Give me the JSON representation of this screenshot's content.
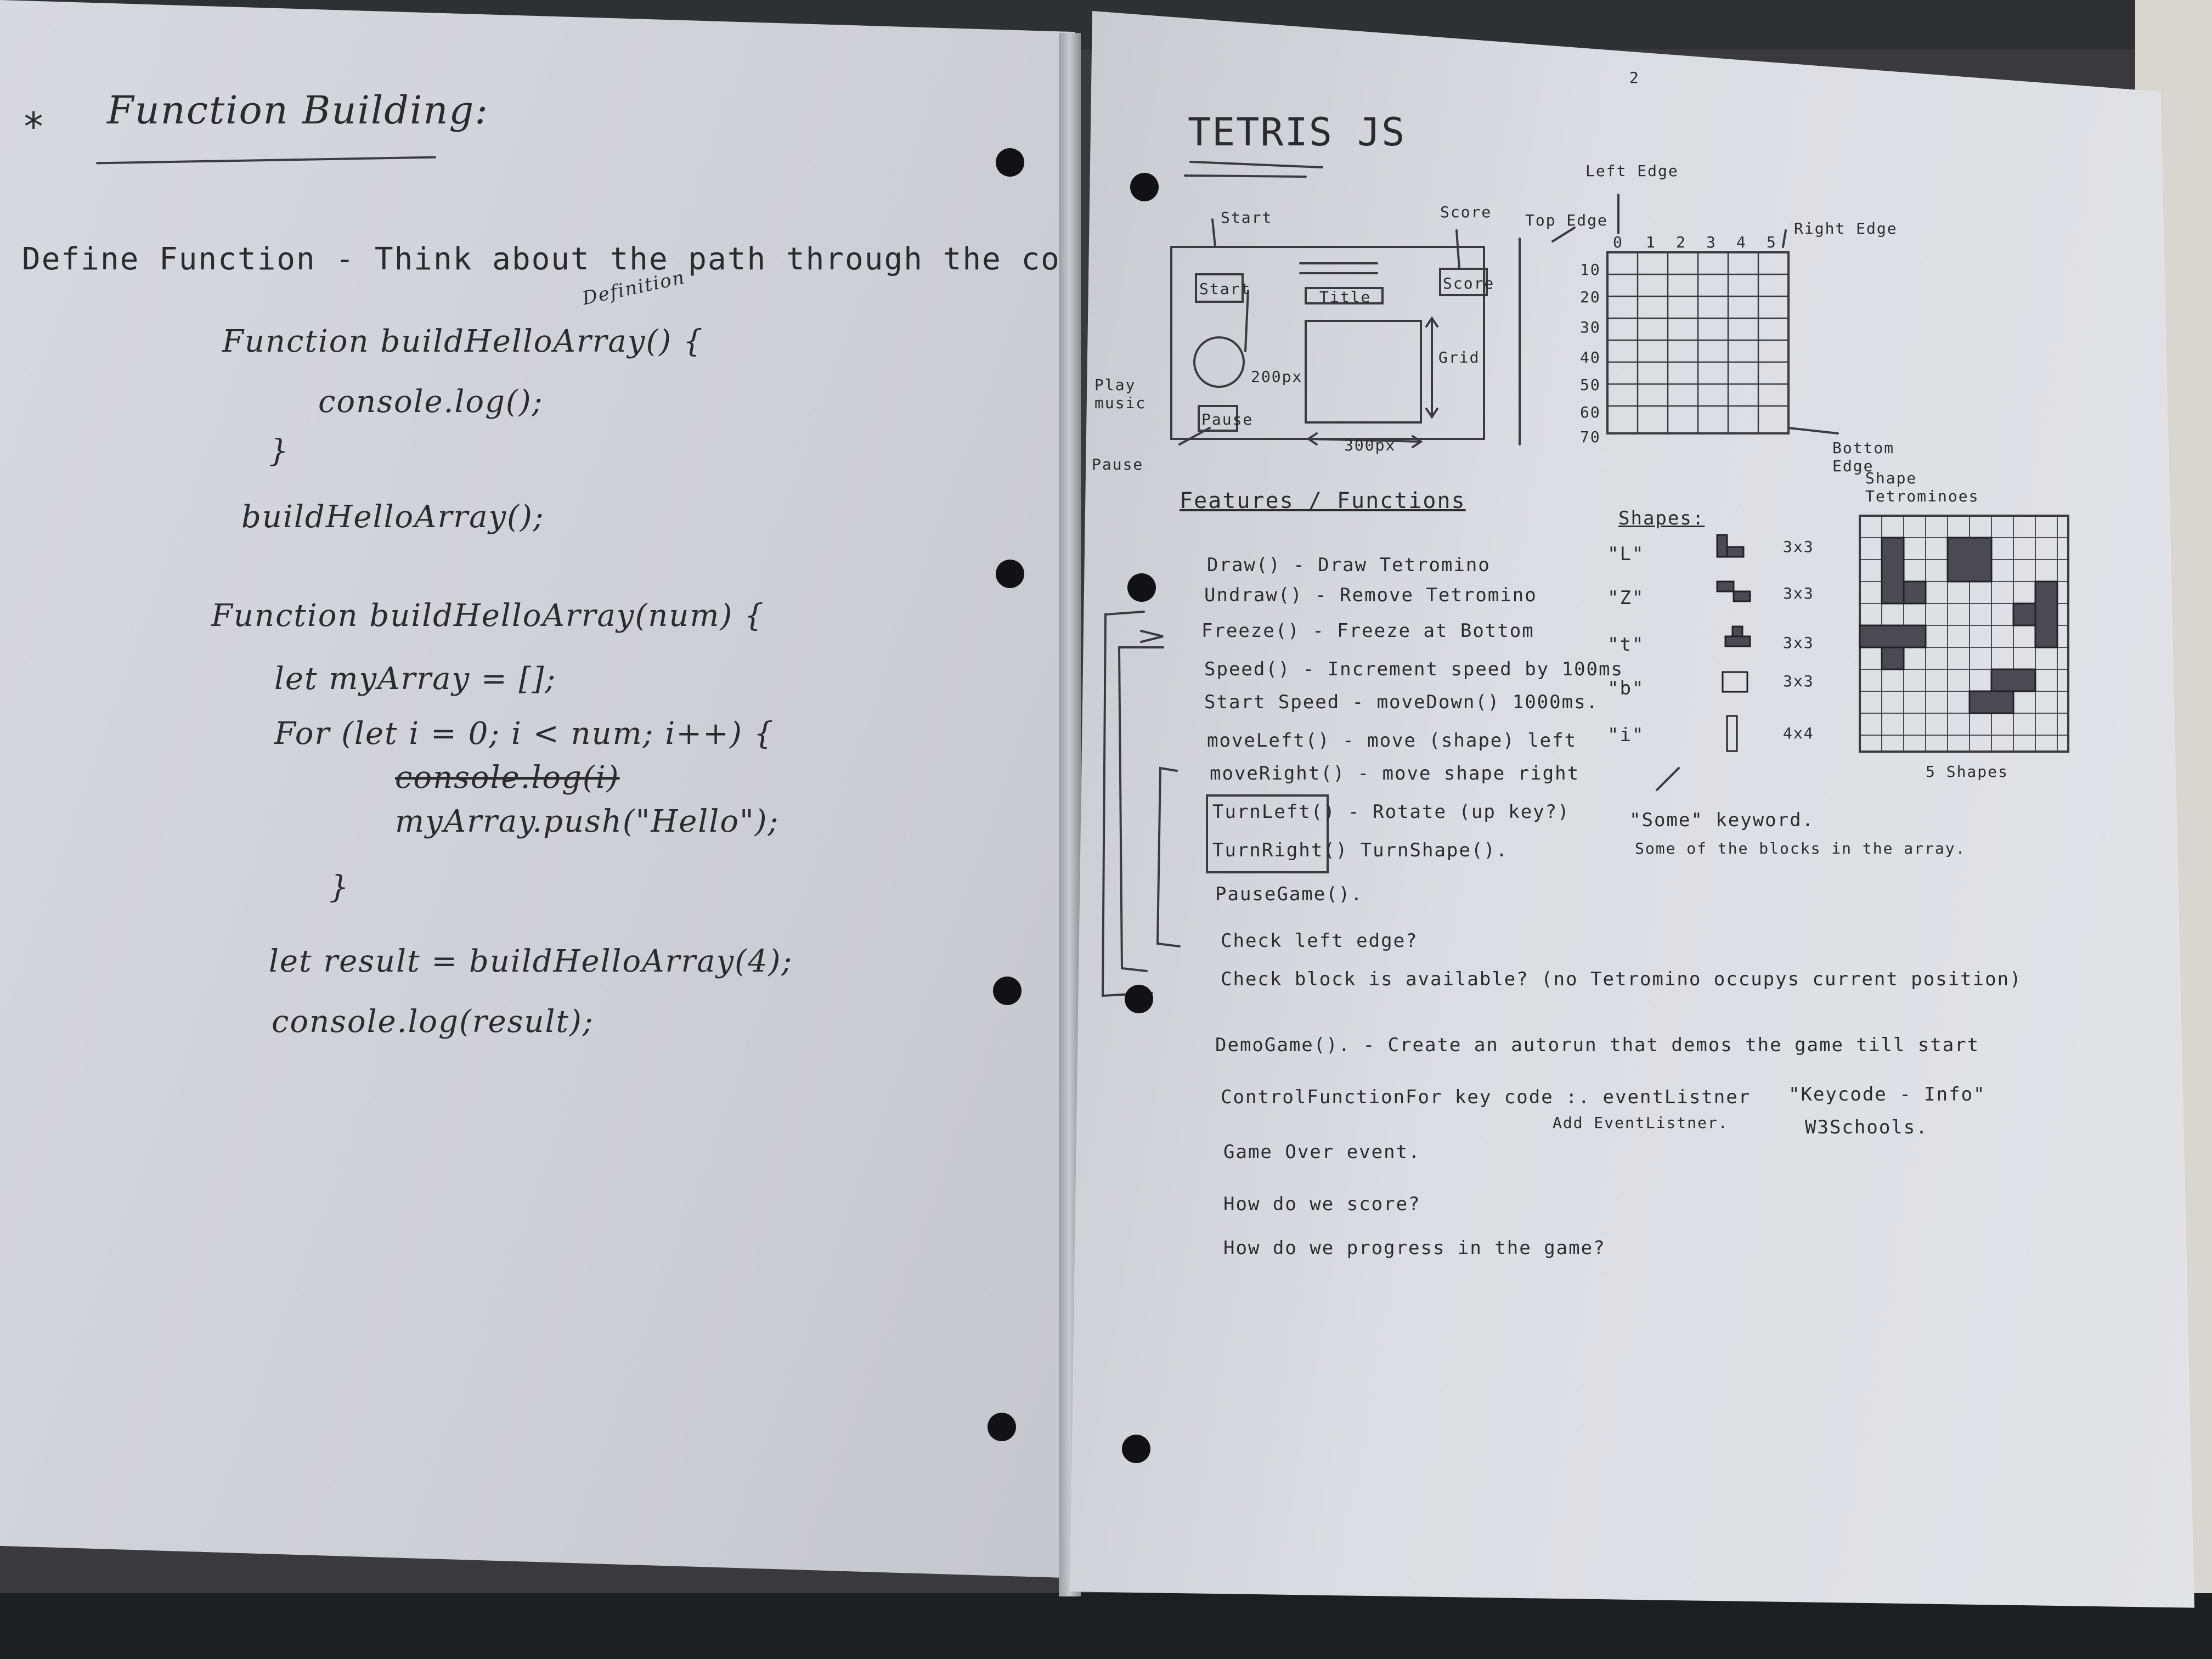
{
  "left_page": {
    "star": "*",
    "title": "Function Building:",
    "define_heading": "Define Function - Think about the path through the code.",
    "definition_note": "Definition",
    "code_lines": [
      "Function buildHelloArray() {",
      "console.log();",
      "}",
      "buildHelloArray();",
      "Function buildHelloArray(num) {",
      "let myArray = [];",
      "For (let i = 0; i < num; i++) {",
      "console.log(i)",
      "myArray.push(\"Hello\");",
      "}",
      "let result = buildHelloArray(4);",
      "console.log(result);"
    ]
  },
  "right_page": {
    "page_number": "2",
    "title": "TETRIS JS",
    "sketch": {
      "start_label": "Start",
      "start_box": "Start",
      "title_box": "Title",
      "score_label": "Score",
      "score_box": "Score",
      "grid_label": "Grid",
      "play_music": "Play music",
      "pause_box": "Pause",
      "pause_label": "Pause",
      "width_200": "200px",
      "width_300": "300px"
    },
    "grid_diagram": {
      "left_edge": "Left Edge",
      "top_edge": "Top Edge",
      "right_edge": "Right Edge",
      "bottom_edge": "Bottom Edge",
      "column_labels": [
        "0",
        "1",
        "2",
        "3",
        "4",
        "5"
      ],
      "row_labels": [
        "10",
        "20",
        "30",
        "40",
        "50",
        "60",
        "70"
      ]
    },
    "features_heading": "Features / Functions",
    "features": [
      "Draw() - Draw Tetromino",
      "Undraw() - Remove Tetromino",
      "Freeze() - Freeze at Bottom",
      "Speed() - Increment speed by 100ms",
      "Start Speed - moveDown() 1000ms.",
      "moveLeft() - move (shape) left",
      "moveRight() - move shape right",
      "TurnLeft() - Rotate (up key?)",
      "TurnRight() TurnShape().",
      "PauseGame().",
      "Check left edge?",
      "Check block is available? (no Tetromino occupys current position)",
      "DemoGame(). - Create an autorun that demos the game till start",
      "ControlFunctionFor key code :. eventListner",
      "Game Over event.",
      "How do we score?",
      "How do we progress in the game?"
    ],
    "event_listener_note": "Add EventListner.",
    "keycode_note": "\"Keycode - Info\"",
    "w3schools_note": "W3Schools.",
    "shapes_heading": "Shapes:",
    "shapes": [
      {
        "name": "\"L\"",
        "size": "3x3"
      },
      {
        "name": "\"Z\"",
        "size": "3x3"
      },
      {
        "name": "\"t\"",
        "size": "3x3"
      },
      {
        "name": "\"b\"",
        "size": "3x3"
      },
      {
        "name": "\"i\"",
        "size": "4x4"
      }
    ],
    "some_keyword": "\"Some\" keyword.",
    "some_note": "Some of the blocks in the array.",
    "tetrominoes_heading": "Shape Tetrominoes",
    "five_shapes": "5 Shapes",
    "colors": {
      "ink": "#2b2b2e",
      "paper": "#dcdde2",
      "desk": "#1d1e20"
    }
  }
}
